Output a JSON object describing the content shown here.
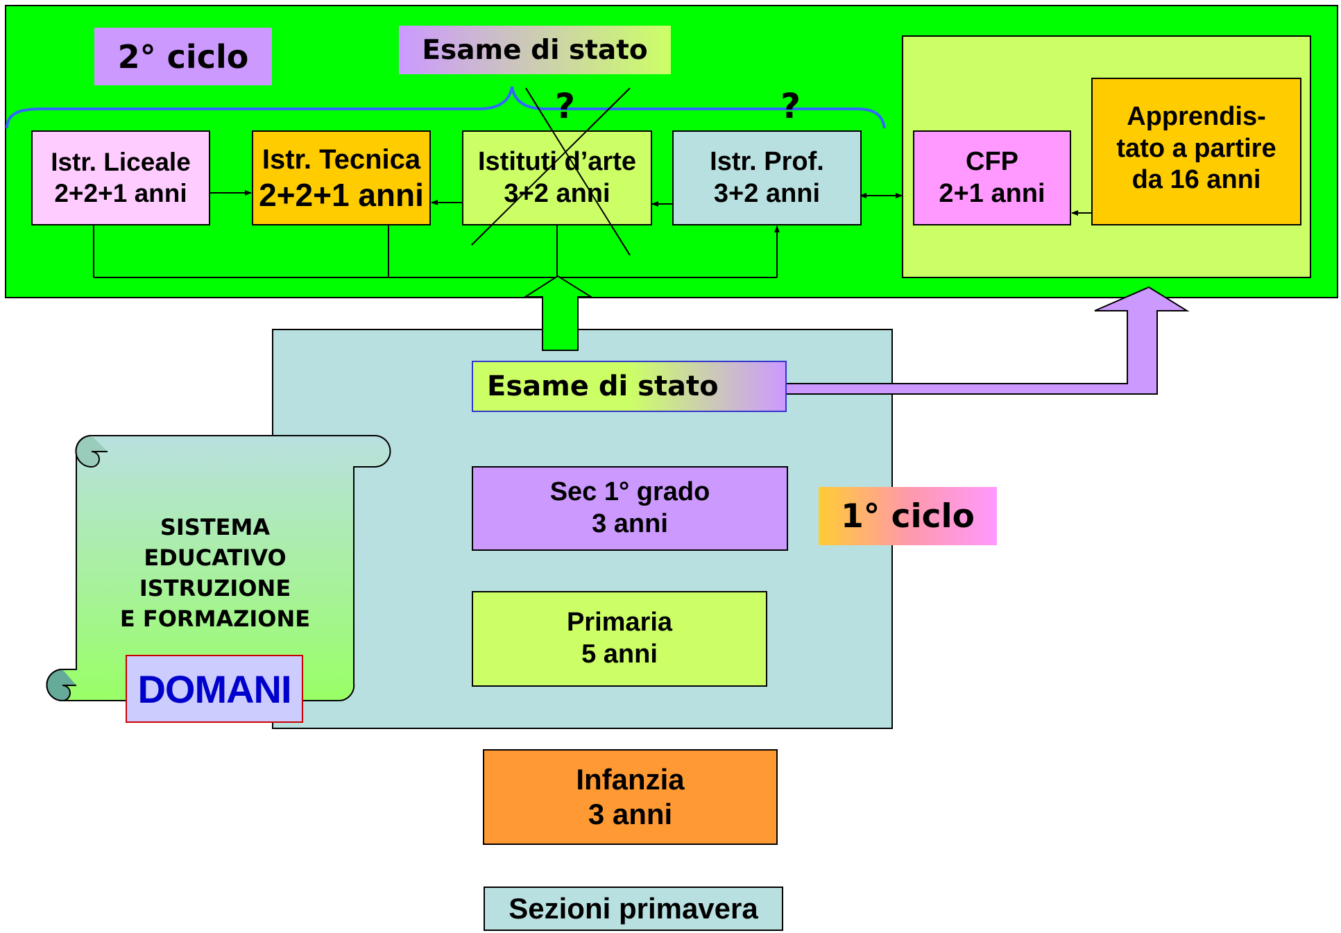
{
  "colors": {
    "second_cycle_bg": "#00ff00",
    "first_cycle_bg": "#b9e0e0",
    "vocational_bg": "#ccff66",
    "liceale": "#ffccff",
    "tecnica": "#ffcc00",
    "arte": "#ccff66",
    "professionale": "#b9e0e0",
    "cfp": "#ff99ff",
    "apprendistato": "#ffcc00",
    "sec_primo_grado": "#cc99ff",
    "primaria": "#ccff66",
    "infanzia": "#ff9933",
    "sezioni_primavera": "#b9e0e0",
    "domani_text": "#0000cc",
    "bracket": "#3366ff"
  },
  "second_cycle": {
    "label": "2° ciclo",
    "exam": "Esame di stato",
    "question_marks": [
      "?",
      "?"
    ],
    "schools": {
      "liceale": {
        "line1": "Istr. Liceale",
        "line2": "2+2+1 anni"
      },
      "tecnica": {
        "line1": "Istr. Tecnica",
        "line2": "2+2+1 anni"
      },
      "arte": {
        "line1": "Istituti d’arte",
        "line2": "3+2 anni"
      },
      "professionale": {
        "line1": "Istr. Prof.",
        "line2": "3+2 anni"
      }
    },
    "cfp": {
      "line1": "CFP",
      "line2": "2+1 anni"
    },
    "apprendistato": {
      "line1": "Apprendis-",
      "line2": "tato a partire",
      "line3": "da 16 anni"
    }
  },
  "first_cycle": {
    "label": "1° ciclo",
    "exam": "Esame di stato",
    "sec_primo_grado": {
      "line1": "Sec 1° grado",
      "line2": "3 anni"
    },
    "primaria": {
      "line1": "Primaria",
      "line2": "5 anni"
    }
  },
  "infanzia": {
    "line1": "Infanzia",
    "line2": "3 anni"
  },
  "sezioni_primavera": "Sezioni primavera",
  "scroll": {
    "line1": "SISTEMA",
    "line2": "EDUCATIVO",
    "line3": "ISTRUZIONE",
    "line4": "E FORMAZIONE",
    "badge": "DOMANI"
  }
}
